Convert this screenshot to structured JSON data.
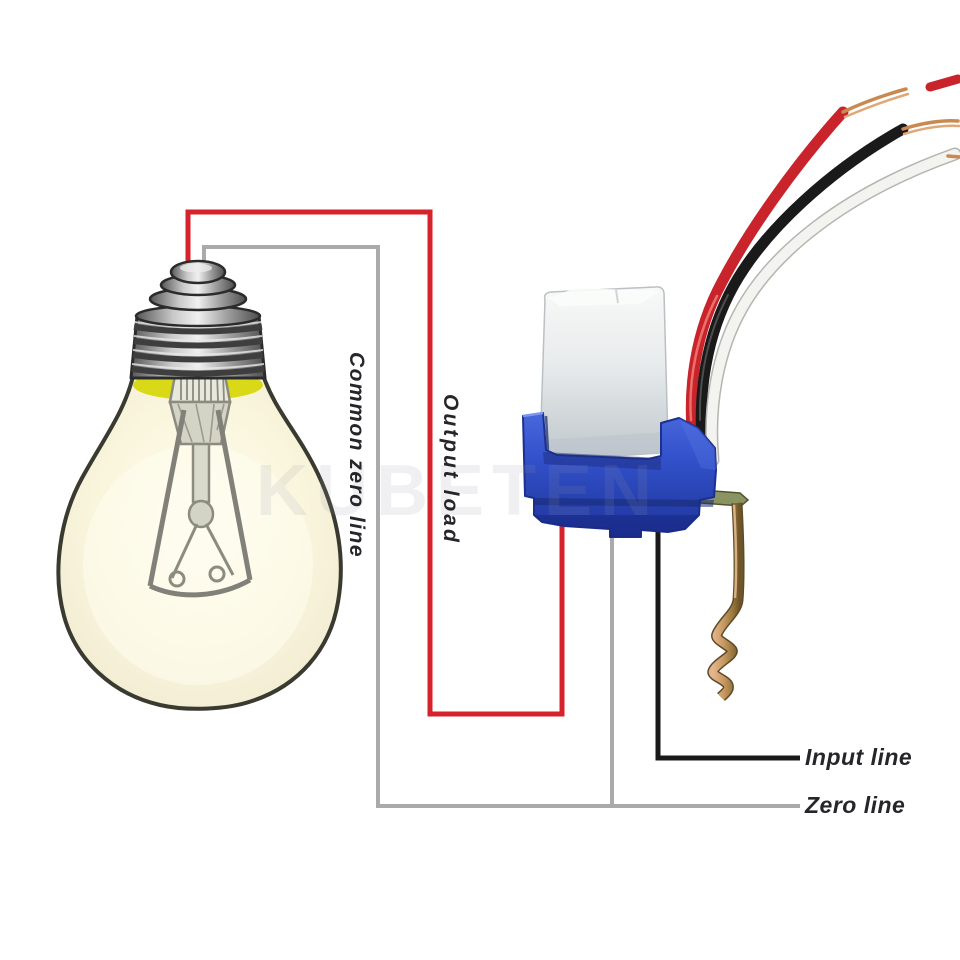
{
  "diagram": {
    "labels": {
      "common_zero_line": "Common zero line",
      "output_load": "Output load",
      "input_line": "Input line",
      "zero_line": "Zero line"
    },
    "watermark": "KUBETEN",
    "colors": {
      "output_load_wire_red": "#d6222a",
      "zero_line_wire_gray": "#aaaaac",
      "input_line_wire_black": "#19191b",
      "switch_base_blue": "#2e4fc5",
      "sensor_head_white": "#e9ebec",
      "bulb_glass_cream": "#faf6dd",
      "bulb_neck_yellow": "#d9d917",
      "socket_metal_gray": "#b0b0b0",
      "copper_strand": "#c98a52",
      "bracket_brass": "#b38a52"
    }
  }
}
